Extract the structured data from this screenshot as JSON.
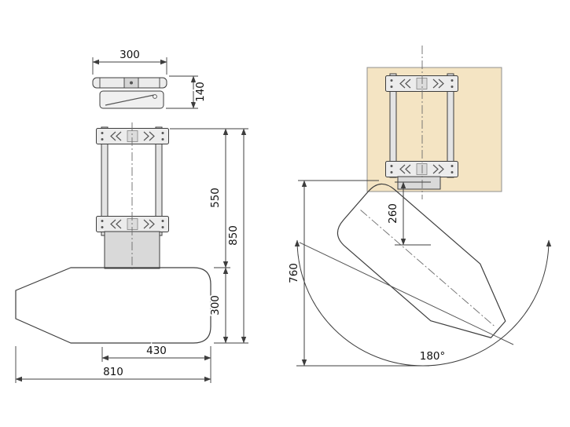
{
  "front_view": {
    "dims": {
      "bracket_width": "300",
      "bracket_depth": "140",
      "upper_drop": "550",
      "total_drop": "850",
      "board_width": "300",
      "reach": "430",
      "board_length": "810"
    }
  },
  "side_view": {
    "dims": {
      "pivot_offset": "260",
      "swing_height": "760",
      "rotation": "180°"
    }
  },
  "colors": {
    "line": "#3d3d3d",
    "board_fill": "#d7d7d7",
    "panel_fill": "#f4e4c3",
    "metal_fill": "#ececec",
    "column_fill": "#d9d9d9"
  }
}
